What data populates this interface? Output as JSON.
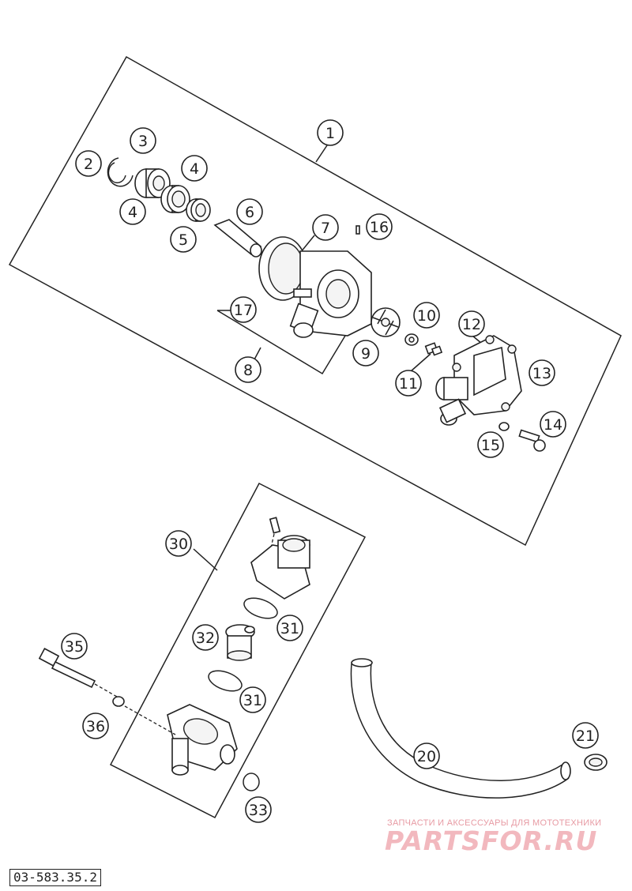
{
  "callouts": {
    "c1": "1",
    "c2": "2",
    "c3": "3",
    "c4a": "4",
    "c4b": "4",
    "c5": "5",
    "c6": "6",
    "c7": "7",
    "c8": "8",
    "c9": "9",
    "c10": "10",
    "c11": "11",
    "c12": "12",
    "c13": "13",
    "c14": "14",
    "c15": "15",
    "c16": "16",
    "c17": "17",
    "c20": "20",
    "c21": "21",
    "c30": "30",
    "c31a": "31",
    "c31b": "31",
    "c32": "32",
    "c33": "33",
    "c35": "35",
    "c36": "36"
  },
  "watermark": {
    "tagline": "ЗАПЧАСТИ И АКСЕССУАРЫ ДЛЯ МОТОТЕХНИКИ",
    "logo": "PARTSFOR.RU"
  },
  "drawing_code": "03-583.35.2"
}
